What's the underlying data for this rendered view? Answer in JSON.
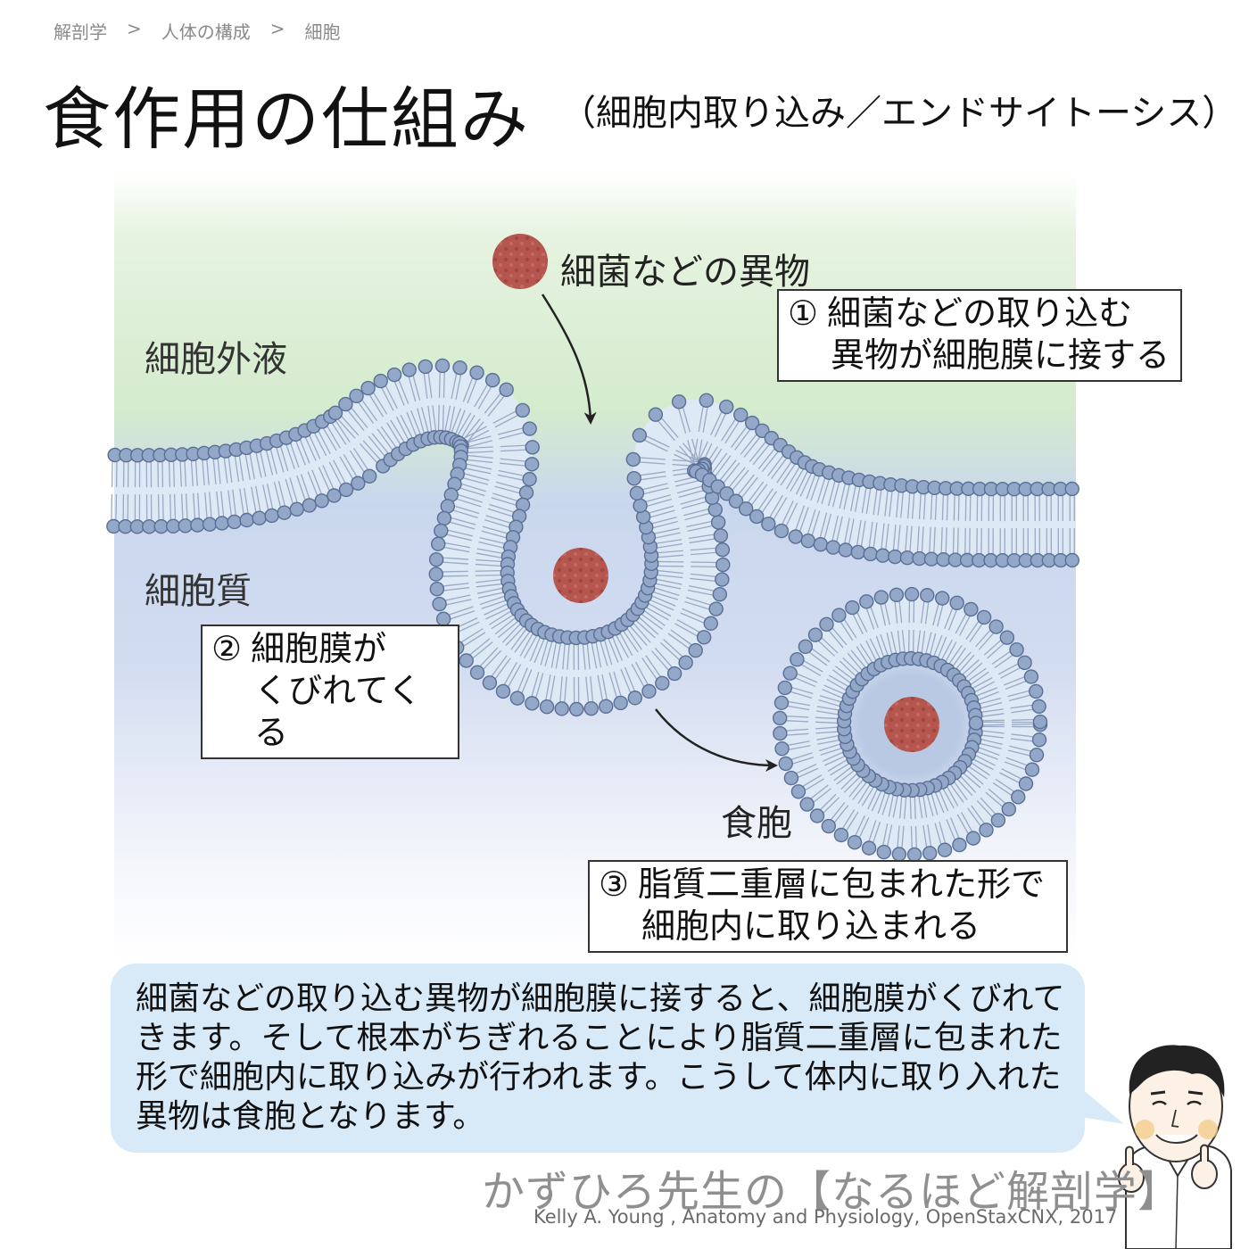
{
  "breadcrumb": {
    "items": [
      "解剖学",
      "人体の構成",
      "細胞"
    ],
    "separator": ">"
  },
  "title": "食作用の仕組み",
  "subtitle": "（細胞内取り込み／エンドサイトーシス）",
  "labels": {
    "foreign": "細菌などの異物",
    "extracellular": "細胞外液",
    "cytoplasm": "細胞質",
    "phagosome": "食胞"
  },
  "steps": [
    {
      "num": "①",
      "line1": "細菌などの取り込む",
      "line2": "異物が細胞膜に接する"
    },
    {
      "num": "②",
      "line1": "細胞膜が",
      "line2": "くびれてくる"
    },
    {
      "num": "③",
      "line1": "脂質二重層に包まれた形で",
      "line2": "細胞内に取り込まれる"
    }
  ],
  "explanation": "細菌などの取り込む異物が細胞膜に接すると、細胞膜がくびれてきます。そして根本がちぎれることにより脂質二重層に包まれた形で細胞内に取り込みが行われます。こうして体内に取り入れた異物は食胞となります。",
  "brand": "かずひろ先生の【なるほど解剖学】",
  "credit": "Kelly A. Young , Anatomy and Physiology, OpenStaxCNX, 2017",
  "colors": {
    "extracellular_fluid": "#d6ecd0",
    "cytoplasm": "#c5d2ec",
    "lipid_head": "#93a7c9",
    "lipid_outline": "#5a6f95",
    "membrane_interior": "#dde9f4",
    "bacterium": "#b5564f",
    "callout_bubble": "#d8eaf8"
  }
}
